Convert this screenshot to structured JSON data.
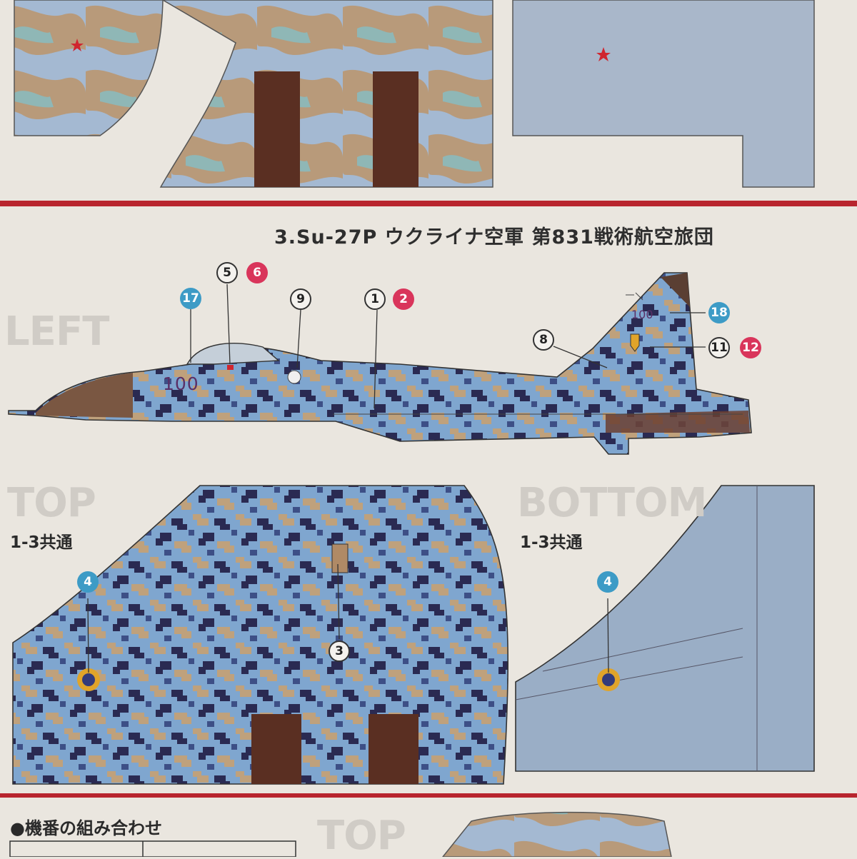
{
  "sheet": {
    "title": "3.Su-27P ウクライナ空軍 第831戦術航空旅団",
    "labels": {
      "left": "LEFT",
      "top": "TOP",
      "bottom": "BOTTOM",
      "common_top": "1-3共通",
      "common_bottom": "1-3共通",
      "top_next": "TOP"
    },
    "aircraft_numbers": {
      "nose": "100",
      "tail": "100"
    },
    "section_heading": "●機番の組み合わせ",
    "colors": {
      "red_rule": "#b8252e",
      "camo_light_blue": "#7fa6cf",
      "camo_navy": "#2a2a52",
      "camo_tan": "#bfa17c",
      "gray_underside": "#9aaec6",
      "radome_brown": "#7a5742",
      "callout_blue": "#3d9bc6",
      "callout_red": "#d9355b"
    }
  },
  "callouts": [
    {
      "num": "5",
      "style": "white"
    },
    {
      "num": "6",
      "style": "red"
    },
    {
      "num": "17",
      "style": "blue"
    },
    {
      "num": "9",
      "style": "white"
    },
    {
      "num": "1",
      "style": "white"
    },
    {
      "num": "2",
      "style": "red"
    },
    {
      "num": "18",
      "style": "blue"
    },
    {
      "num": "8",
      "style": "white"
    },
    {
      "num": "11",
      "style": "white"
    },
    {
      "num": "12",
      "style": "red"
    },
    {
      "num": "4",
      "style": "blue"
    },
    {
      "num": "3",
      "style": "white"
    },
    {
      "num": "4",
      "style": "blue"
    }
  ]
}
